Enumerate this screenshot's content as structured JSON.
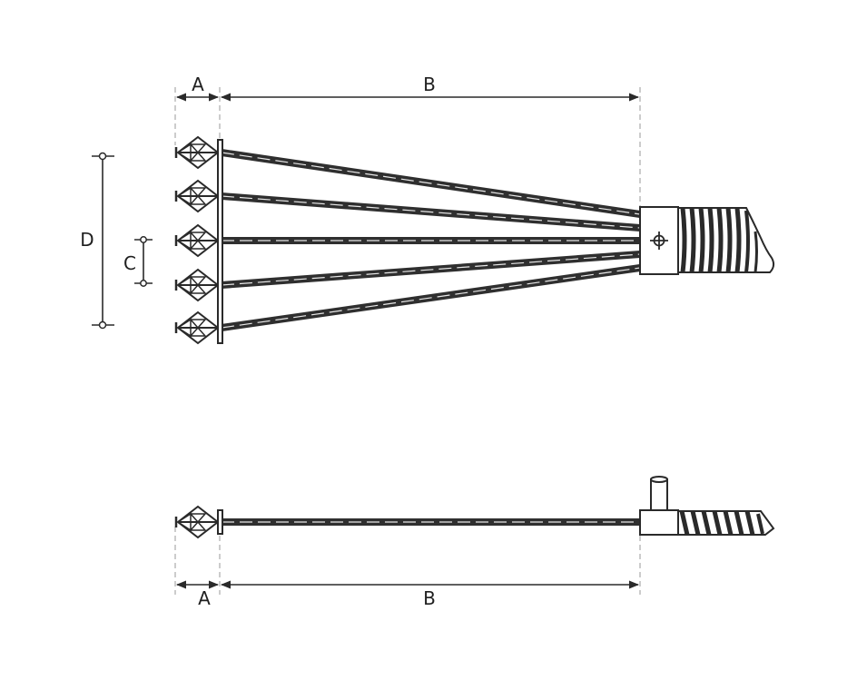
{
  "diagram": {
    "labels": {
      "top_A": "A",
      "top_B": "B",
      "left_C": "C",
      "left_D": "D",
      "bottom_A": "A",
      "bottom_B": "B"
    },
    "colors": {
      "line": "#2a2a2a",
      "strand": "#2f2f2f",
      "highlight": "#e8e8e8",
      "extension": "#9a9a9a",
      "background": "#ffffff"
    },
    "top_view": {
      "strand_count": 5
    },
    "side_view": {
      "strand_count": 1
    }
  }
}
